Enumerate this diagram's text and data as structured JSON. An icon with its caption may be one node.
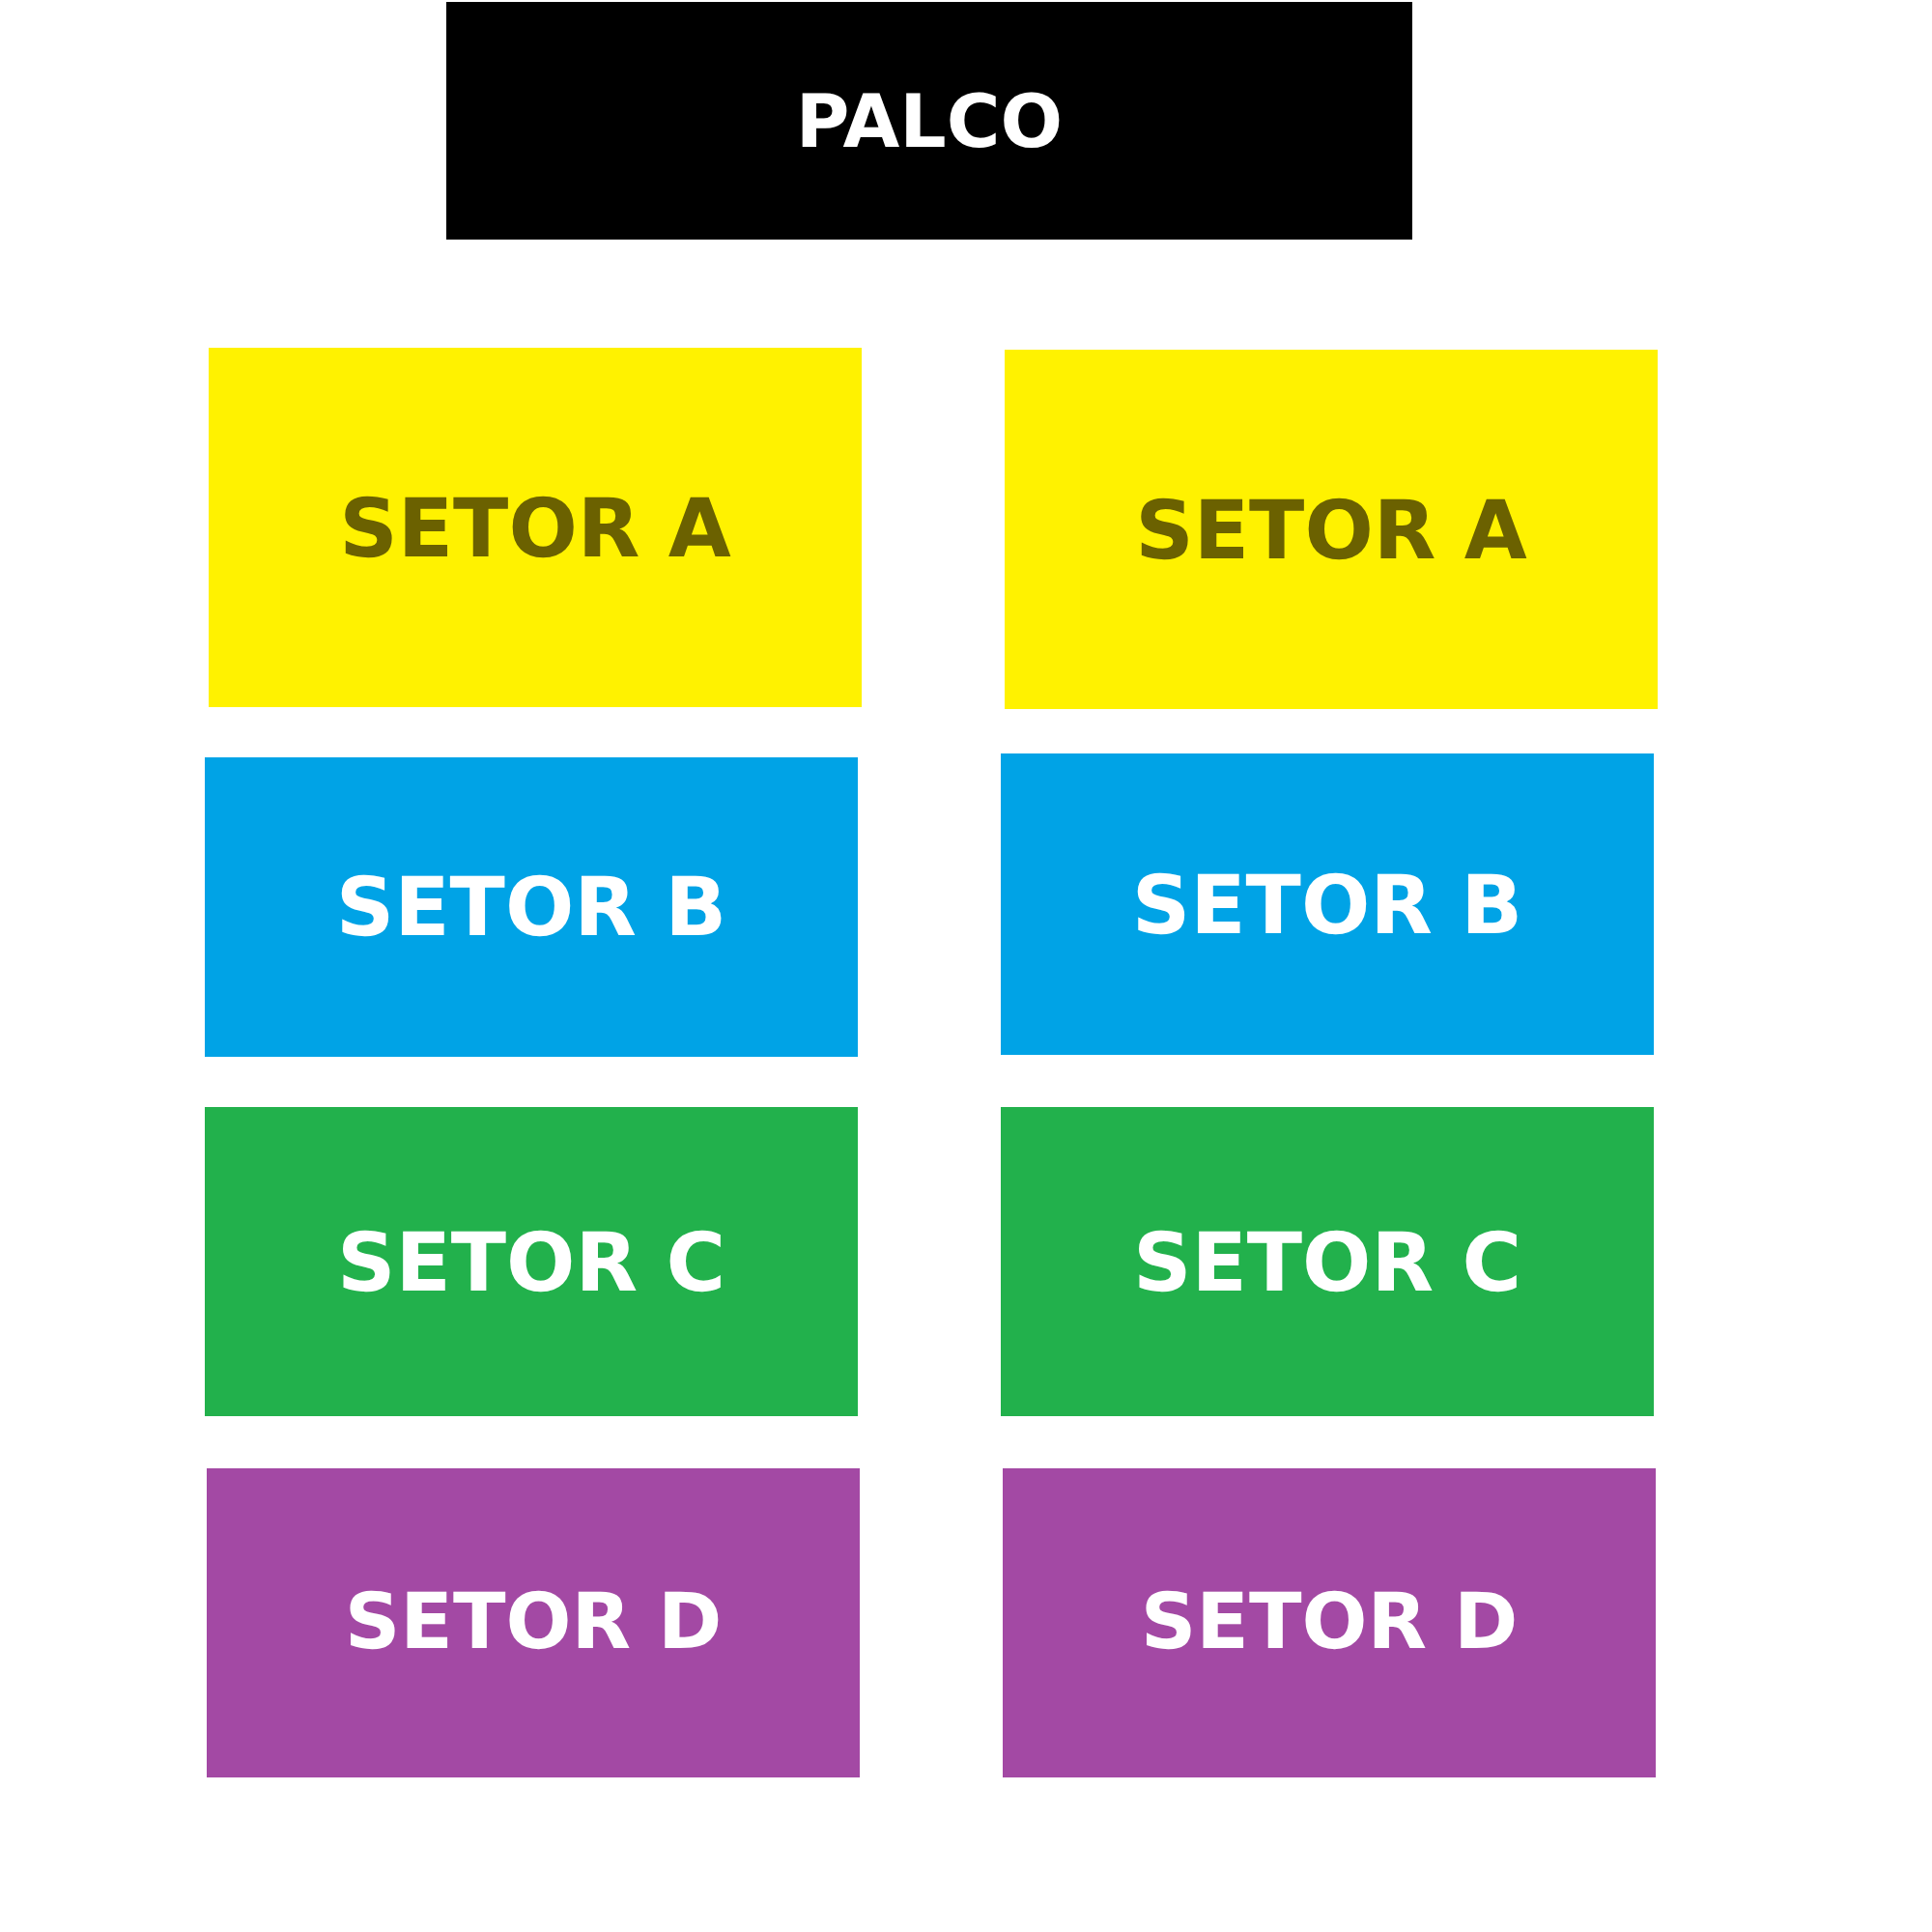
{
  "diagram": {
    "nodes": [
      {
        "text": [
          "PALCO"
        ]
      },
      {
        "text": [
          "SETOR A"
        ]
      },
      {
        "text": [
          "SETOR A"
        ]
      },
      {
        "text": [
          "SETOR B"
        ]
      },
      {
        "text": [
          "SETOR B"
        ]
      },
      {
        "text": [
          "SETOR C"
        ]
      },
      {
        "text": [
          "SETOR C"
        ]
      },
      {
        "text": [
          "SETOR D"
        ]
      },
      {
        "text": [
          "SETOR D"
        ]
      }
    ]
  }
}
